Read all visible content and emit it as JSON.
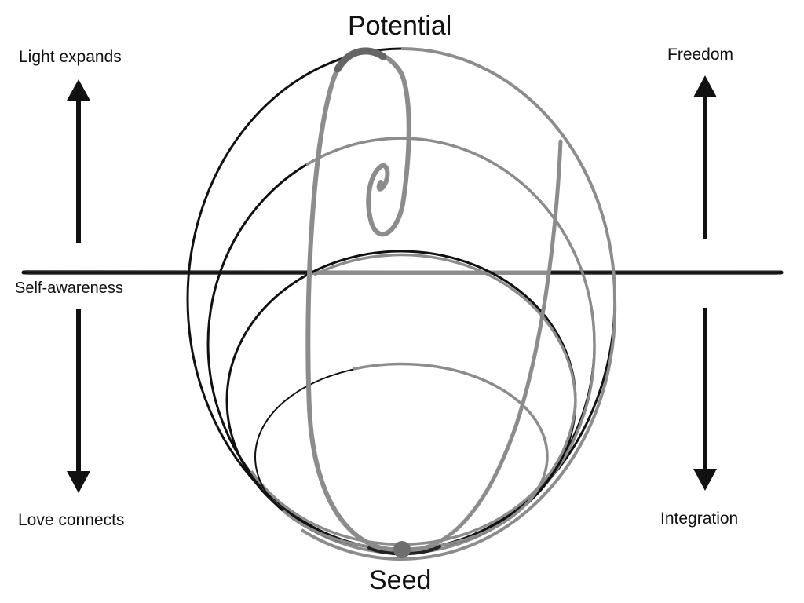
{
  "labels": {
    "top": "Potential",
    "bottom": "Seed",
    "top_left": "Light expands",
    "bottom_left": "Love connects",
    "middle_left": "Self-awareness",
    "top_right": "Freedom",
    "bottom_right": "Integration"
  },
  "colors": {
    "ink": "#111111",
    "grey_stroke": "#8c8c8c",
    "background": "#ffffff"
  }
}
